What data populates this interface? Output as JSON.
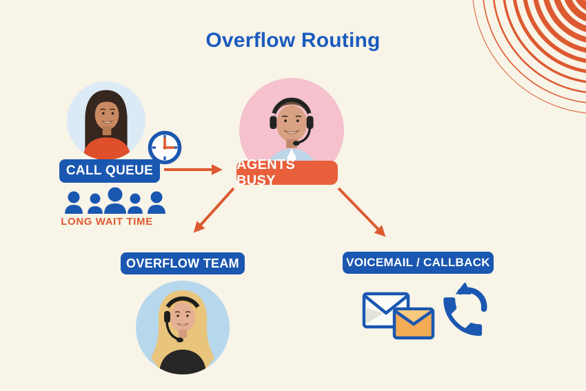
{
  "title": "Overflow Routing",
  "nodes": {
    "call_queue": {
      "label": "CALL QUEUE"
    },
    "agents_busy": {
      "label": "AGENTS BUSY"
    },
    "overflow_team": {
      "label": "OVERFLOW TEAM"
    },
    "voicemail_callback": {
      "label": "VOICEMAIL / CALLBACK"
    }
  },
  "annotations": {
    "long_wait_time": "LONG WAIT TIME"
  },
  "icons": {
    "clock": "clock-icon",
    "queue_people": "queue-people-icon",
    "envelope_white": "envelope-icon",
    "envelope_orange": "envelope-orange-icon",
    "callback_phone": "phone-callback-icon",
    "corner_arcs": "concentric-arcs-decoration"
  },
  "colors": {
    "background": "#F8F4E8",
    "primary_blue": "#1A57B0",
    "title_blue": "#1A5BBE",
    "accent_orange": "#DD5A31",
    "badge_orange": "#E8603B",
    "pink_circle": "#F4C1CD",
    "light_blue_circle": "#DCEAF6",
    "sky_blue_circle": "#B7D8EC",
    "envelope_orange_fill": "#F3AC55"
  }
}
